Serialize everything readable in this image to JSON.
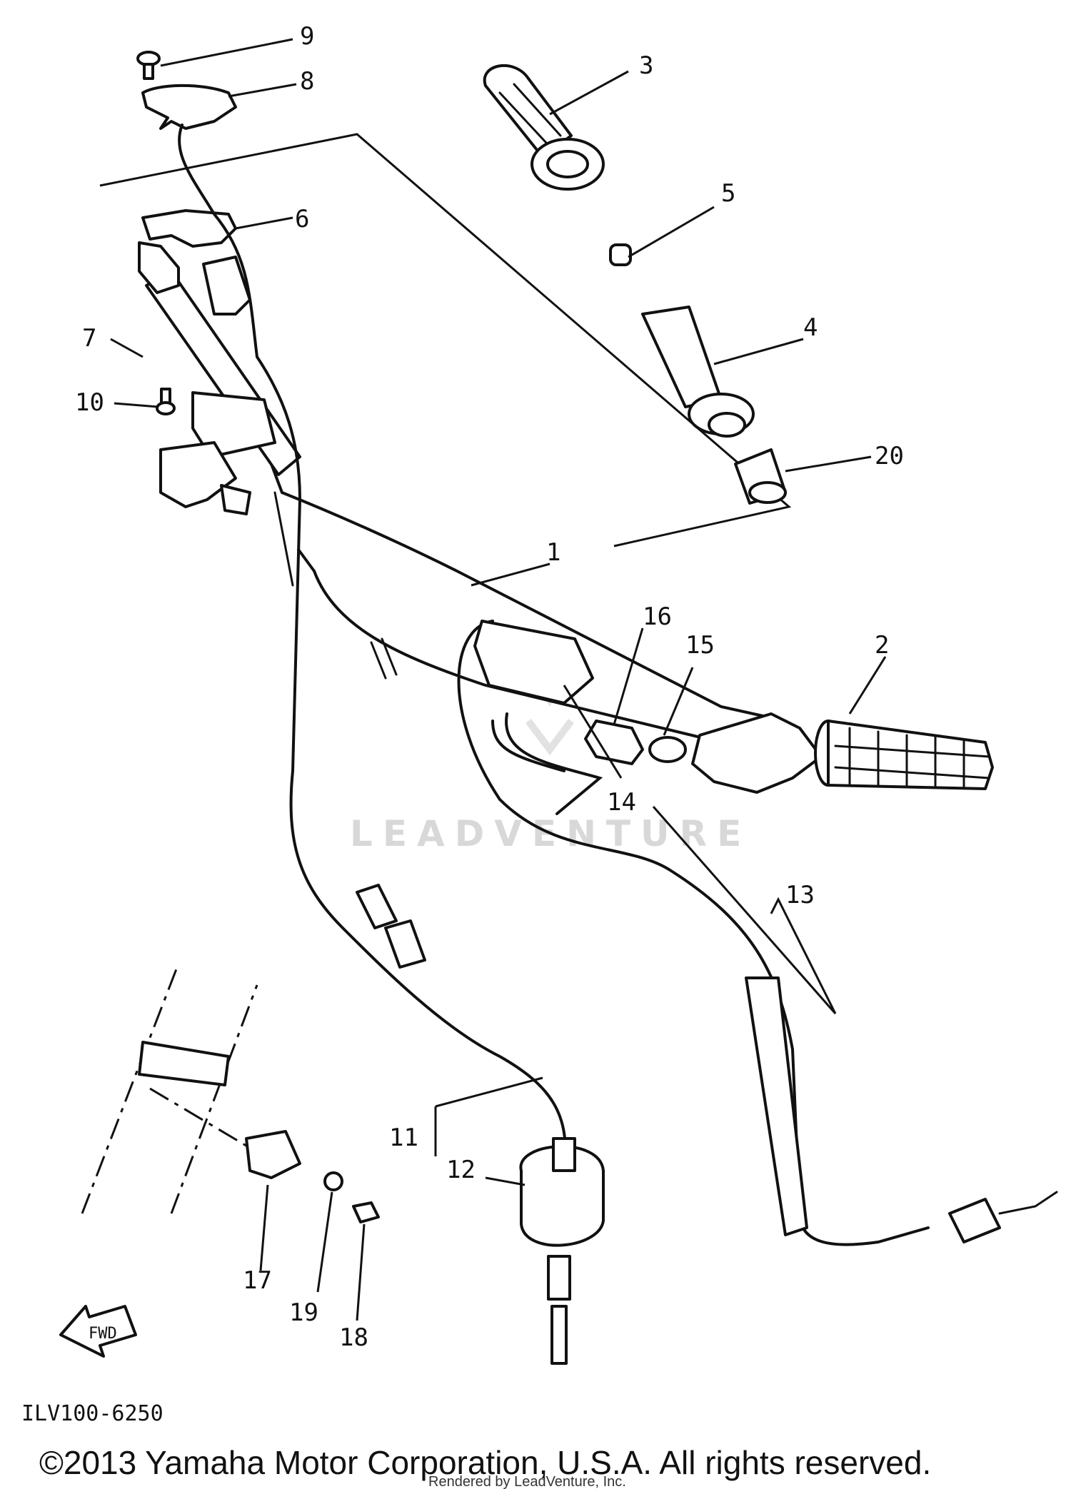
{
  "callouts": [
    {
      "id": "9",
      "label": "9"
    },
    {
      "id": "8",
      "label": "8"
    },
    {
      "id": "3",
      "label": "3"
    },
    {
      "id": "6",
      "label": "6"
    },
    {
      "id": "5",
      "label": "5"
    },
    {
      "id": "7",
      "label": "7"
    },
    {
      "id": "4",
      "label": "4"
    },
    {
      "id": "10",
      "label": "10"
    },
    {
      "id": "20",
      "label": "20"
    },
    {
      "id": "1",
      "label": "1"
    },
    {
      "id": "16",
      "label": "16"
    },
    {
      "id": "15",
      "label": "15"
    },
    {
      "id": "2",
      "label": "2"
    },
    {
      "id": "14",
      "label": "14"
    },
    {
      "id": "13",
      "label": "13"
    },
    {
      "id": "11",
      "label": "11"
    },
    {
      "id": "12",
      "label": "12"
    },
    {
      "id": "17",
      "label": "17"
    },
    {
      "id": "19",
      "label": "19"
    },
    {
      "id": "18",
      "label": "18"
    }
  ],
  "fwd_label": "FWD",
  "diagram_code": "ILV100-6250",
  "watermark": "LEADVENTURE",
  "copyright": "©2013 Yamaha Motor Corporation, U.S.A. All rights reserved.",
  "rendered_by": "Rendered by LeadVenture, Inc."
}
